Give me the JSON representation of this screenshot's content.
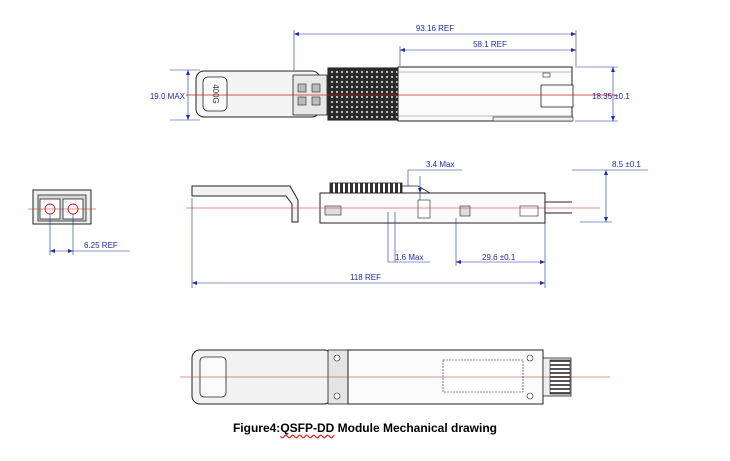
{
  "dimensions": {
    "overall_length_top": "93.16 REF",
    "rear_length_top": "58.1 REF",
    "height_left": "19.0 MAX",
    "height_right": "18.35 ±0.1",
    "latch_height": "3.4 Max",
    "side_height": "8.5 ±0.1",
    "front_offset": "1.6 Max",
    "side_segment": "29.6 ±0.1",
    "total_length": "118 REF",
    "connector_pitch": "6.25 REF"
  },
  "labels": {
    "pull_tab_text": "400G"
  },
  "caption": {
    "prefix": "Figure4:",
    "product": "QSFP-DD",
    "suffix": " Module Mechanical drawing"
  }
}
